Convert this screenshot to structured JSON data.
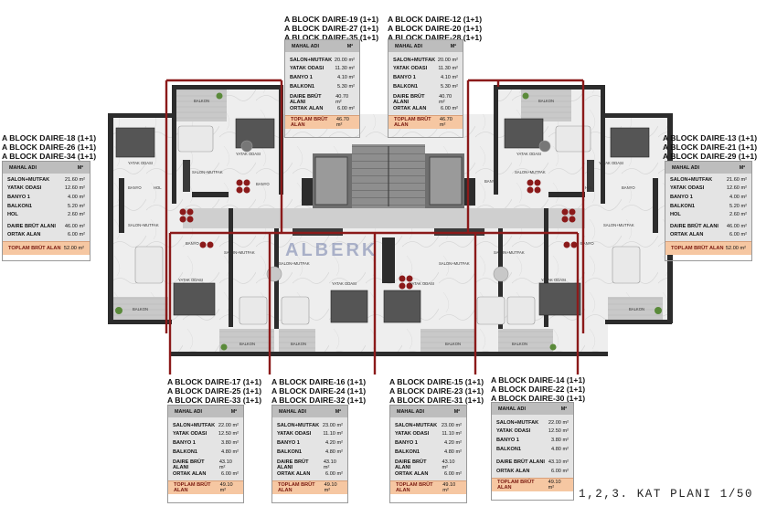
{
  "plan_title": "1,2,3. KAT PLANI 1/50",
  "watermark": "ALBERK",
  "unit_header": {
    "left": "MAHAL ADI",
    "right": "M²"
  },
  "colors": {
    "wall": "#2c2c2c",
    "accent_line": "#8b1a1a",
    "total_band": "#f6c7a2",
    "card_header": "#bdbdbd",
    "card_body": "#e4e4e4"
  },
  "cards": [
    {
      "id": "top-left",
      "title": [
        "A BLOCK DAIRE-19 (1+1)",
        "A BLOCK DAIRE-27 (1+1)",
        "A BLOCK DAIRE-35 (1+1)"
      ],
      "rooms": [
        {
          "name": "SALON+MUTFAK",
          "area": "20.00 m²"
        },
        {
          "name": "YATAK ODASI",
          "area": "11.30 m²"
        },
        {
          "name": "BANYO 1",
          "area": "4.10 m²"
        },
        {
          "name": "BALKON1",
          "area": "5.30 m²"
        }
      ],
      "extra": [
        {
          "name": "DAIRE BRÜT ALANI",
          "area": "40.70 m²"
        },
        {
          "name": "ORTAK ALAN",
          "area": "6.00 m²"
        }
      ],
      "total": {
        "name": "TOPLAM BRÜT ALAN",
        "area": "46.70 m²"
      }
    },
    {
      "id": "top-right",
      "title": [
        "A BLOCK DAIRE-12 (1+1)",
        "A BLOCK DAIRE-20 (1+1)",
        "A BLOCK DAIRE-28 (1+1)"
      ],
      "rooms": [
        {
          "name": "SALON+MUTFAK",
          "area": "20.00 m²"
        },
        {
          "name": "YATAK ODASI",
          "area": "11.30 m²"
        },
        {
          "name": "BANYO 1",
          "area": "4.10 m²"
        },
        {
          "name": "BALKON1",
          "area": "5.30 m²"
        }
      ],
      "extra": [
        {
          "name": "DAIRE BRÜT ALANI",
          "area": "40.70 m²"
        },
        {
          "name": "ORTAK ALAN",
          "area": "6.00 m²"
        }
      ],
      "total": {
        "name": "TOPLAM BRÜT ALAN",
        "area": "46.70 m²"
      }
    },
    {
      "id": "left",
      "title": [
        "A BLOCK DAIRE-18 (1+1)",
        "A BLOCK DAIRE-26 (1+1)",
        "A BLOCK DAIRE-34 (1+1)"
      ],
      "rooms": [
        {
          "name": "SALON+MUTFAK",
          "area": "21.60 m²"
        },
        {
          "name": "YATAK ODASI",
          "area": "12.60 m²"
        },
        {
          "name": "BANYO 1",
          "area": "4.00 m²"
        },
        {
          "name": "BALKON1",
          "area": "5.20 m²"
        },
        {
          "name": "HOL",
          "area": "2.60 m²"
        }
      ],
      "extra": [
        {
          "name": "DAIRE BRÜT ALANI",
          "area": "46.00 m²"
        },
        {
          "name": "ORTAK ALAN",
          "area": "6.00 m²"
        }
      ],
      "total": {
        "name": "TOPLAM BRÜT ALAN",
        "area": "52.00 m²"
      }
    },
    {
      "id": "right",
      "title": [
        "A BLOCK DAIRE-13 (1+1)",
        "A BLOCK DAIRE-21 (1+1)",
        "A BLOCK DAIRE-29 (1+1)"
      ],
      "rooms": [
        {
          "name": "SALON+MUTFAK",
          "area": "21.60 m²"
        },
        {
          "name": "YATAK ODASI",
          "area": "12.60 m²"
        },
        {
          "name": "BANYO 1",
          "area": "4.00 m²"
        },
        {
          "name": "BALKON1",
          "area": "5.20 m²"
        },
        {
          "name": "HOL",
          "area": "2.60 m²"
        }
      ],
      "extra": [
        {
          "name": "DAIRE BRÜT ALANI",
          "area": "46.00 m²"
        },
        {
          "name": "ORTAK ALAN",
          "area": "6.00 m²"
        }
      ],
      "total": {
        "name": "TOPLAM BRÜT ALAN",
        "area": "52.00 m²"
      }
    },
    {
      "id": "bottom-1",
      "title": [
        "A BLOCK DAIRE-17 (1+1)",
        "A BLOCK DAIRE-25 (1+1)",
        "A BLOCK DAIRE-33 (1+1)"
      ],
      "rooms": [
        {
          "name": "SALON+MUTFAK",
          "area": "22.00 m²"
        },
        {
          "name": "YATAK ODASI",
          "area": "12.50 m²"
        },
        {
          "name": "BANYO 1",
          "area": "3.80 m²"
        },
        {
          "name": "BALKON1",
          "area": "4.80 m²"
        }
      ],
      "extra": [
        {
          "name": "DAIRE BRÜT ALANI",
          "area": "43.10 m²"
        },
        {
          "name": "ORTAK ALAN",
          "area": "6.00 m²"
        }
      ],
      "total": {
        "name": "TOPLAM BRÜT ALAN",
        "area": "49.10 m²"
      }
    },
    {
      "id": "bottom-2",
      "title": [
        "A BLOCK DAIRE-16 (1+1)",
        "A BLOCK DAIRE-24 (1+1)",
        "A BLOCK DAIRE-32 (1+1)"
      ],
      "rooms": [
        {
          "name": "SALON+MUTFAK",
          "area": "23.00 m²"
        },
        {
          "name": "YATAK ODASI",
          "area": "11.10 m²"
        },
        {
          "name": "BANYO 1",
          "area": "4.20 m²"
        },
        {
          "name": "BALKON1",
          "area": "4.80 m²"
        }
      ],
      "extra": [
        {
          "name": "DAIRE BRÜT ALANI",
          "area": "43.10 m²"
        },
        {
          "name": "ORTAK ALAN",
          "area": "6.00 m²"
        }
      ],
      "total": {
        "name": "TOPLAM BRÜT ALAN",
        "area": "49.10 m²"
      }
    },
    {
      "id": "bottom-3",
      "title": [
        "A BLOCK DAIRE-15 (1+1)",
        "A BLOCK DAIRE-23 (1+1)",
        "A BLOCK DAIRE-31 (1+1)"
      ],
      "rooms": [
        {
          "name": "SALON+MUTFAK",
          "area": "23.00 m²"
        },
        {
          "name": "YATAK ODASI",
          "area": "11.10 m²"
        },
        {
          "name": "BANYO 1",
          "area": "4.20 m²"
        },
        {
          "name": "BALKON1",
          "area": "4.80 m²"
        }
      ],
      "extra": [
        {
          "name": "DAIRE BRÜT ALANI",
          "area": "43.10 m²"
        },
        {
          "name": "ORTAK ALAN",
          "area": "6.00 m²"
        }
      ],
      "total": {
        "name": "TOPLAM BRÜT ALAN",
        "area": "49.10 m²"
      }
    },
    {
      "id": "bottom-4",
      "title": [
        "A BLOCK DAIRE-14 (1+1)",
        "A BLOCK DAIRE-22 (1+1)",
        "A BLOCK DAIRE-30 (1+1)"
      ],
      "rooms": [
        {
          "name": "SALON+MUTFAK",
          "area": "22.00 m²"
        },
        {
          "name": "YATAK ODASI",
          "area": "12.50 m²"
        },
        {
          "name": "BANYO 1",
          "area": "3.80 m²"
        },
        {
          "name": "BALKON1",
          "area": "4.80 m²"
        }
      ],
      "extra": [
        {
          "name": "DAIRE BRÜT ALANI",
          "area": "43.10 m²"
        },
        {
          "name": "ORTAK ALAN",
          "area": "6.00 m²"
        }
      ],
      "total": {
        "name": "TOPLAM BRÜT ALAN",
        "area": "49.10 m²"
      }
    }
  ],
  "room_labels": {
    "balkon": "BALKON",
    "yatak_odasi": "YATAK ODASI",
    "salon_mutfak": "SALON+MUTFAK",
    "banyo": "BANYO",
    "hol": "HOL"
  }
}
